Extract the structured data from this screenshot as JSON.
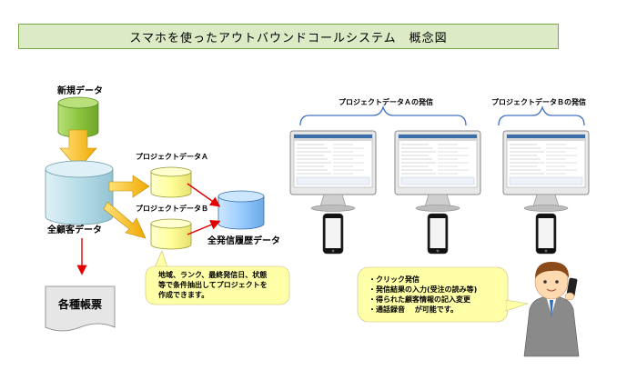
{
  "title": "スマホを使ったアウトバウンドコールシステム　概念図",
  "nodes": {
    "new_data": "新規データ",
    "all_customers": "全顧客データ",
    "project_a": "プロジェクトデータＡ",
    "project_b": "プロジェクトデータＢ",
    "call_history": "全発信履歴データ",
    "reports": "各種帳票"
  },
  "callout_lines": [
    "地域、ランク、最終発信日、状態",
    "等で条件抽出してプロジェクトを",
    "作成できます。"
  ],
  "groups": {
    "a_calls": "プロジェクトデータＡの発信",
    "b_calls": "プロジェクトデータＢの発信"
  },
  "features": [
    "・クリック発信",
    "・発信結果の入力(受注の読み等)",
    "・得られた顧客情報の記入変更",
    "・通話録音　  が可能です。"
  ],
  "colors": {
    "title_bg": "#dcebc6",
    "new_data_cyl": "#8dc63f",
    "customer_cyl": "#b7dde8",
    "project_cyl": "#ffff99",
    "history_cyl": "#99ccff",
    "arrow_orange": "#f5b800",
    "arrow_red": "#e00000",
    "bracket": "#4472c4"
  }
}
